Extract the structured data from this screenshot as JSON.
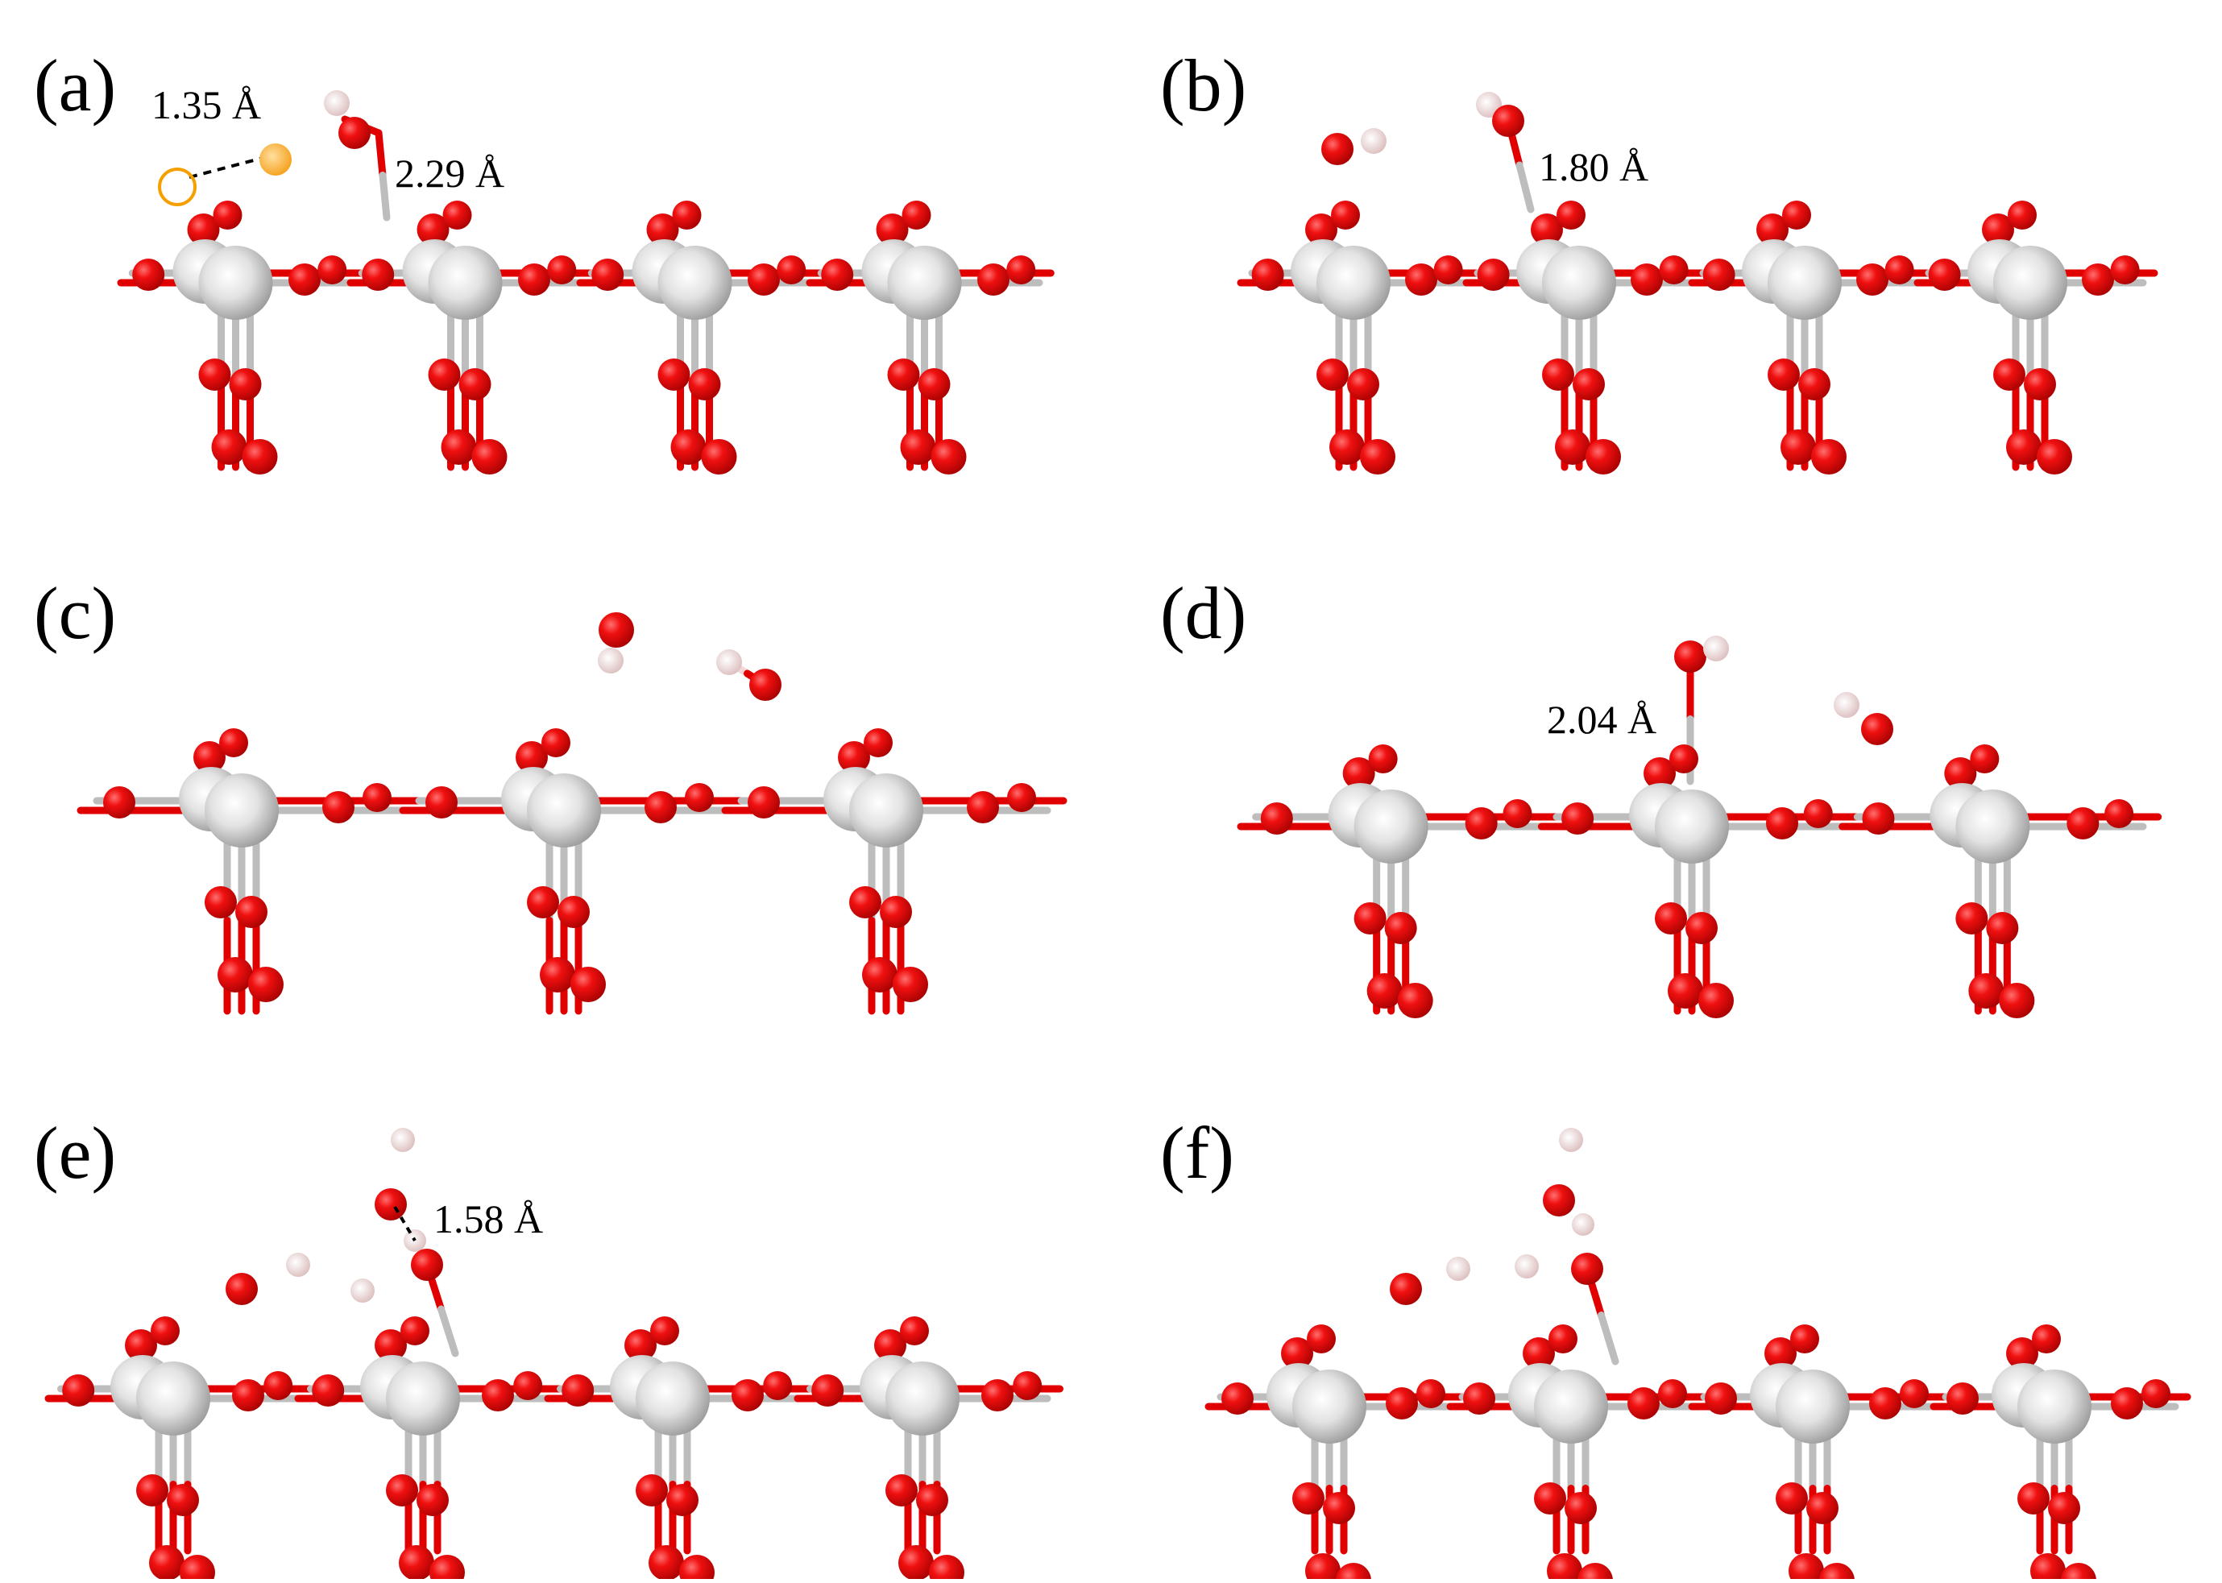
{
  "panels": [
    {
      "label": "(a)",
      "distances": [
        "1.35 Å",
        "2.29 Å"
      ]
    },
    {
      "label": "(b)",
      "distances": [
        "1.80 Å"
      ]
    },
    {
      "label": "(c)",
      "distances": []
    },
    {
      "label": "(d)",
      "distances": [
        "2.04 Å"
      ]
    },
    {
      "label": "(e)",
      "distances": [
        "1.58 Å"
      ]
    },
    {
      "label": "(f)",
      "distances": []
    }
  ],
  "colors": {
    "oxygen": "#e00000",
    "metal": "#c8c8c8",
    "hydrogen": "#f4d8d8",
    "transition_marker": "#ffb030",
    "bond_metal": "#bdbdbd"
  }
}
